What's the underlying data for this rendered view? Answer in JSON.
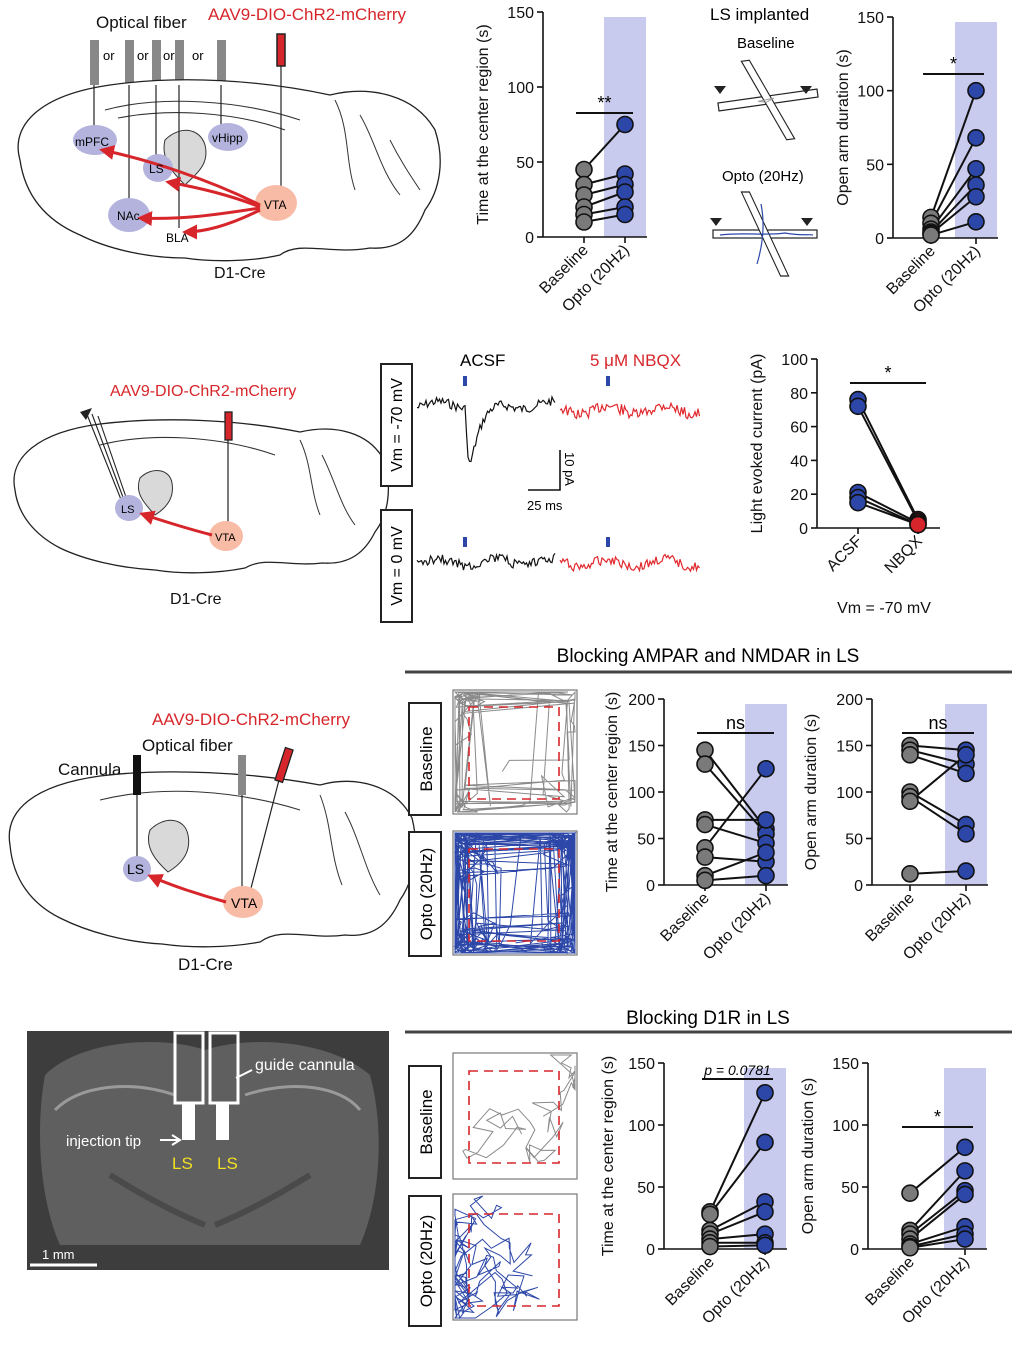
{
  "panels": {
    "a": {
      "optical_fiber_label": "Optical fiber",
      "virus_label": "AAV9-DIO-ChR2-mCherry",
      "or_labels": [
        "or",
        "or",
        "or",
        "or"
      ],
      "regions": [
        "mPFC",
        "LS",
        "vHipp",
        "NAc",
        "BLA",
        "VTA"
      ],
      "mouse_line": "D1-Cre"
    },
    "b": {
      "virus_label": "AAV9-DIO-ChR2-mCherry",
      "regions": [
        "LS",
        "VTA"
      ],
      "mouse_line": "D1-Cre",
      "trace_labels": {
        "acsf": "ACSF",
        "nbqx": "5 μM NBQX",
        "vm1": "Vm = -70 mV",
        "vm2": "Vm = 0 mV",
        "scale_y": "10 pA",
        "scale_x": "25 ms"
      }
    },
    "c": {
      "header": "Blocking AMPAR and NMDAR in LS",
      "virus_label": "AAV9-DIO-ChR2-mCherry",
      "optical_fiber_label": "Optical fiber",
      "cannula_label": "Cannula",
      "regions": [
        "LS",
        "VTA"
      ],
      "mouse_line": "D1-Cre",
      "track_labels": [
        "Baseline",
        "Opto (20Hz)"
      ]
    },
    "d": {
      "header": "Blocking D1R in LS",
      "guide_label": "guide cannula",
      "tip_label": "injection tip",
      "ls_labels": [
        "LS",
        "LS"
      ],
      "scale_bar": "1 mm",
      "track_labels": [
        "Baseline",
        "Opto (20Hz)"
      ]
    },
    "ls_implanted": {
      "title": "LS implanted",
      "baseline": "Baseline",
      "opto": "Opto (20Hz)"
    }
  },
  "chart_data": [
    {
      "id": "a-center",
      "type": "scatter",
      "ylabel": "Time at the center region (s)",
      "categories": [
        "Baseline",
        "Opto (20Hz)"
      ],
      "ylim": [
        0,
        150
      ],
      "yticks": [
        0,
        50,
        100,
        150
      ],
      "significance": "**",
      "series": [
        {
          "values": [
            [
              45,
              75
            ],
            [
              35,
              42
            ],
            [
              28,
              35
            ],
            [
              20,
              30
            ],
            [
              15,
              20
            ],
            [
              10,
              15
            ]
          ]
        }
      ]
    },
    {
      "id": "a-arm",
      "type": "scatter",
      "ylabel": "Open arm duration (s)",
      "categories": [
        "Baseline",
        "Opto (20Hz)"
      ],
      "ylim": [
        0,
        150
      ],
      "yticks": [
        0,
        50,
        100,
        150
      ],
      "significance": "*",
      "series": [
        {
          "values": [
            [
              14,
              100
            ],
            [
              10,
              68
            ],
            [
              6,
              47
            ],
            [
              4,
              36
            ],
            [
              3,
              28
            ],
            [
              2,
              11
            ]
          ]
        }
      ]
    },
    {
      "id": "b-current",
      "type": "scatter",
      "ylabel": "Light evoked current (pA)",
      "xlabel": "Vm = -70 mV",
      "categories": [
        "ACSF",
        "NBQX"
      ],
      "ylim": [
        0,
        100
      ],
      "yticks": [
        0,
        20,
        40,
        60,
        80,
        100
      ],
      "significance": "*",
      "series": [
        {
          "values": [
            [
              76,
              5
            ],
            [
              72,
              4
            ],
            [
              21,
              3
            ],
            [
              18,
              2
            ],
            [
              15,
              2
            ]
          ]
        }
      ]
    },
    {
      "id": "c-center",
      "type": "scatter",
      "ylabel": "Time at the center region (s)",
      "categories": [
        "Baseline",
        "Opto (20Hz)"
      ],
      "ylim": [
        0,
        200
      ],
      "yticks": [
        0,
        50,
        100,
        150,
        200
      ],
      "significance": "ns",
      "series": [
        {
          "values": [
            [
              145,
              60
            ],
            [
              130,
              55
            ],
            [
              70,
              70
            ],
            [
              65,
              45
            ],
            [
              40,
              125
            ],
            [
              30,
              25
            ],
            [
              10,
              35
            ],
            [
              5,
              10
            ]
          ]
        }
      ]
    },
    {
      "id": "c-arm",
      "type": "scatter",
      "ylabel": "Open arm duration (s)",
      "categories": [
        "Baseline",
        "Opto (20Hz)"
      ],
      "ylim": [
        0,
        200
      ],
      "yticks": [
        0,
        50,
        100,
        150,
        200
      ],
      "significance": "ns",
      "series": [
        {
          "values": [
            [
              150,
              145
            ],
            [
              145,
              130
            ],
            [
              140,
              120
            ],
            [
              100,
              65
            ],
            [
              95,
              55
            ],
            [
              90,
              140
            ],
            [
              12,
              15
            ]
          ]
        }
      ]
    },
    {
      "id": "d-center",
      "type": "scatter",
      "ylabel": "Time at the center region (s)",
      "categories": [
        "Baseline",
        "Opto (20Hz)"
      ],
      "ylim": [
        0,
        150
      ],
      "yticks": [
        0,
        50,
        100,
        150
      ],
      "significance": "p = 0.0781",
      "series": [
        {
          "values": [
            [
              30,
              126
            ],
            [
              28,
              86
            ],
            [
              15,
              38
            ],
            [
              12,
              30
            ],
            [
              8,
              12
            ],
            [
              5,
              5
            ],
            [
              2,
              3
            ]
          ]
        }
      ]
    },
    {
      "id": "d-arm",
      "type": "scatter",
      "ylabel": "Open arm duration (s)",
      "categories": [
        "Baseline",
        "Opto (20Hz)"
      ],
      "ylim": [
        0,
        150
      ],
      "yticks": [
        0,
        50,
        100,
        150
      ],
      "significance": "*",
      "series": [
        {
          "values": [
            [
              45,
              82
            ],
            [
              15,
              63
            ],
            [
              12,
              47
            ],
            [
              8,
              44
            ],
            [
              4,
              18
            ],
            [
              2,
              12
            ],
            [
              1,
              8
            ]
          ]
        }
      ]
    }
  ],
  "styles": {
    "baseline_color": "#7a7a7a",
    "opto_color": "#2c47a8",
    "shade_color": "#c9cbee",
    "region_color": "#b3b3de",
    "vta_color": "#f7bba6",
    "red": "#d7262b"
  }
}
